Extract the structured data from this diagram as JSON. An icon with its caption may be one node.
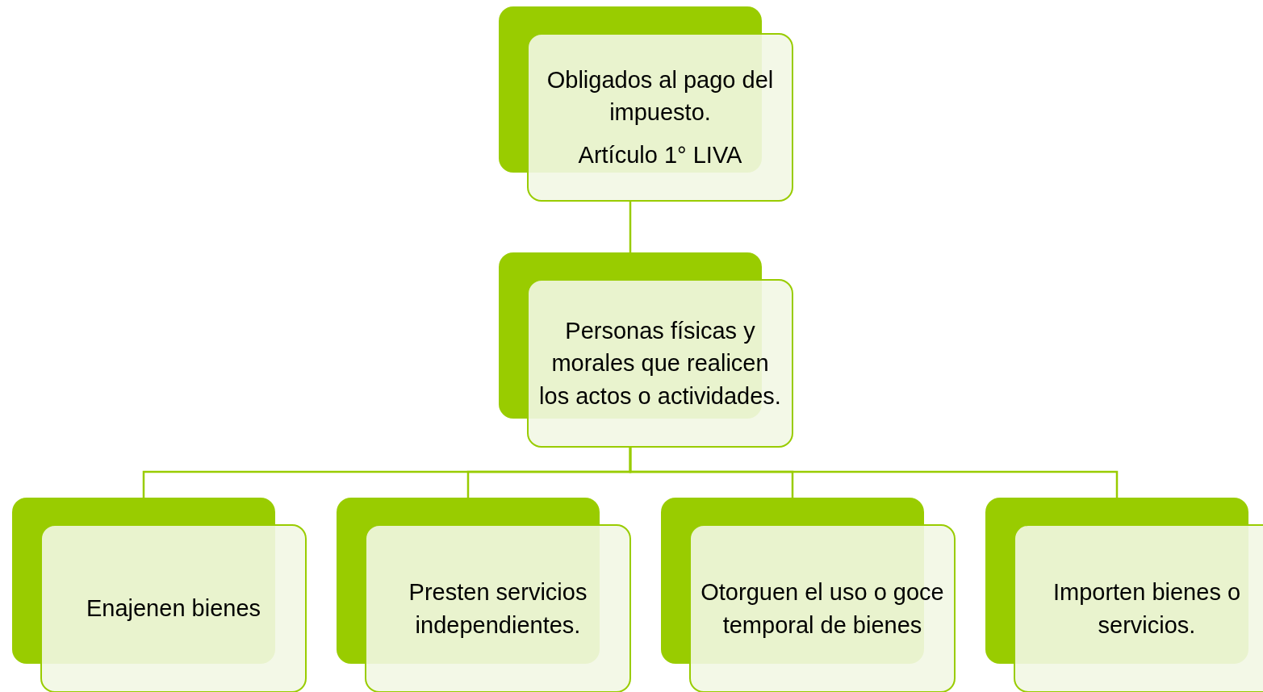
{
  "diagram": {
    "nodes": [
      {
        "text": [
          "Obligados al pago del impuesto.",
          "Artículo 1° LIVA"
        ]
      },
      {
        "text": [
          "Personas físicas y morales que realicen los actos o actividades."
        ]
      },
      {
        "text": [
          "Enajenen bienes"
        ]
      },
      {
        "text": [
          "Presten servicios independientes."
        ]
      },
      {
        "text": [
          "Otorguen el uso o goce temporal de bienes"
        ]
      },
      {
        "text": [
          "Importen bienes o servicios."
        ]
      }
    ],
    "edges": [
      {
        "from": 0,
        "to": 1,
        "arrow": "none"
      },
      {
        "from": 1,
        "to": 2,
        "arrow": "none"
      },
      {
        "from": 1,
        "to": 3,
        "arrow": "none"
      },
      {
        "from": 1,
        "to": 4,
        "arrow": "none"
      },
      {
        "from": 1,
        "to": 5,
        "arrow": "none"
      }
    ]
  }
}
